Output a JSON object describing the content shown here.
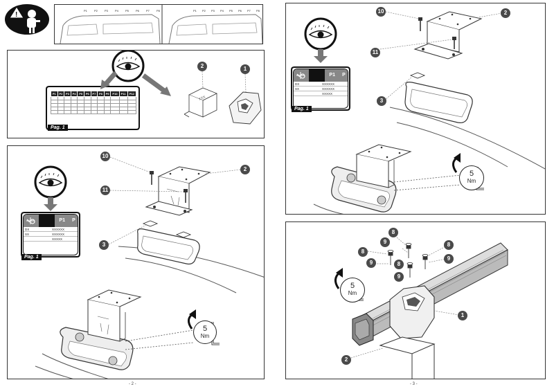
{
  "page_left": {
    "warning_icon": "warning-triangle-icon",
    "vehicle_labels_a": [
      "P1",
      "P2",
      "P3",
      "P4",
      "P5",
      "P6",
      "P7",
      "P8"
    ],
    "vehicle_labels_b": [
      "P1",
      "P2",
      "P3",
      "P4",
      "P5",
      "P6",
      "P7",
      "P8"
    ],
    "top_panel": {
      "table_headers": [
        "P1",
        "P2",
        "P3",
        "P4",
        "P5",
        "P6",
        "P7",
        "P8",
        "P9",
        "P10",
        "P11",
        "P12"
      ],
      "page_tag": "Pag. 1",
      "callouts": [
        "2",
        "1"
      ],
      "part_text": "XXX"
    },
    "bottom_panel": {
      "callouts": [
        "10",
        "2",
        "11",
        "3"
      ],
      "card_header": [
        "P1",
        "P"
      ],
      "card_rows": [
        [
          "DX",
          "XXXXXX"
        ],
        [
          "SX",
          "XXXXXX"
        ],
        [
          "",
          "XXXXX"
        ]
      ],
      "page_tag": "Pag. 1",
      "torque_value": "5",
      "torque_unit": "Nm"
    },
    "page_number": "- 2 -"
  },
  "page_right": {
    "top_panel": {
      "callouts": [
        "10",
        "2",
        "11",
        "3"
      ],
      "card_header": [
        "P1",
        "P"
      ],
      "card_rows": [
        [
          "DX",
          "XXXXXX"
        ],
        [
          "SX",
          "XXXXXX"
        ],
        [
          "",
          "XXXXX"
        ]
      ],
      "page_tag": "Pag. 1",
      "torque_value": "5",
      "torque_unit": "Nm"
    },
    "bottom_panel": {
      "callouts": [
        "8",
        "9",
        "8",
        "9",
        "8",
        "9",
        "8",
        "9",
        "1",
        "2"
      ],
      "torque_value": "5",
      "torque_unit": "Nm"
    },
    "page_number": "- 3 -"
  }
}
